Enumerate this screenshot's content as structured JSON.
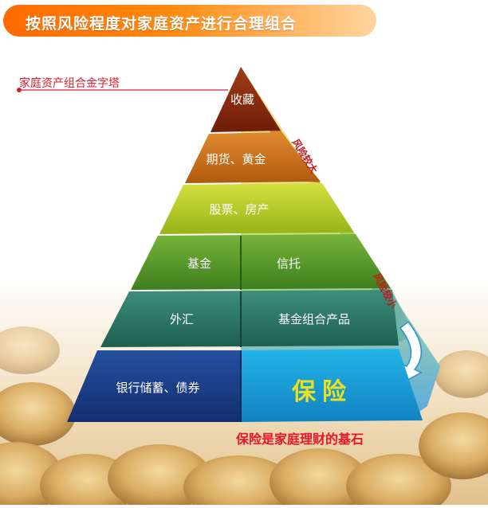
{
  "banner": {
    "title": "按照风险程度对家庭资产进行合理组合"
  },
  "subtitle": "家庭资产组合金字塔",
  "pyramid": {
    "tier1": {
      "label": "收藏"
    },
    "tier2": {
      "label": "期货、黄金"
    },
    "tier3": {
      "label": "股票、房产"
    },
    "tier4": {
      "left": "基金",
      "right": "信托"
    },
    "tier5": {
      "left": "外汇",
      "right": "基金组合产品"
    },
    "tier6": {
      "left": "银行储蓄、债券",
      "right": "保险"
    }
  },
  "side_labels": {
    "top": "风险较大",
    "bottom": "风险较小"
  },
  "footer_note": "保险是家庭理财的基石",
  "colors": {
    "banner": "#ff7a00",
    "tier1": "#8a2a10",
    "tier2": "#c86a1c",
    "tier3": "#b8c820",
    "tier4": "#5a9a2a",
    "tier5": "#2f7a6a",
    "tier6": "#1b3f8c",
    "insurance": "#1aa0d8",
    "insurance_text": "#e8e020",
    "accent_red": "#e8142a"
  }
}
